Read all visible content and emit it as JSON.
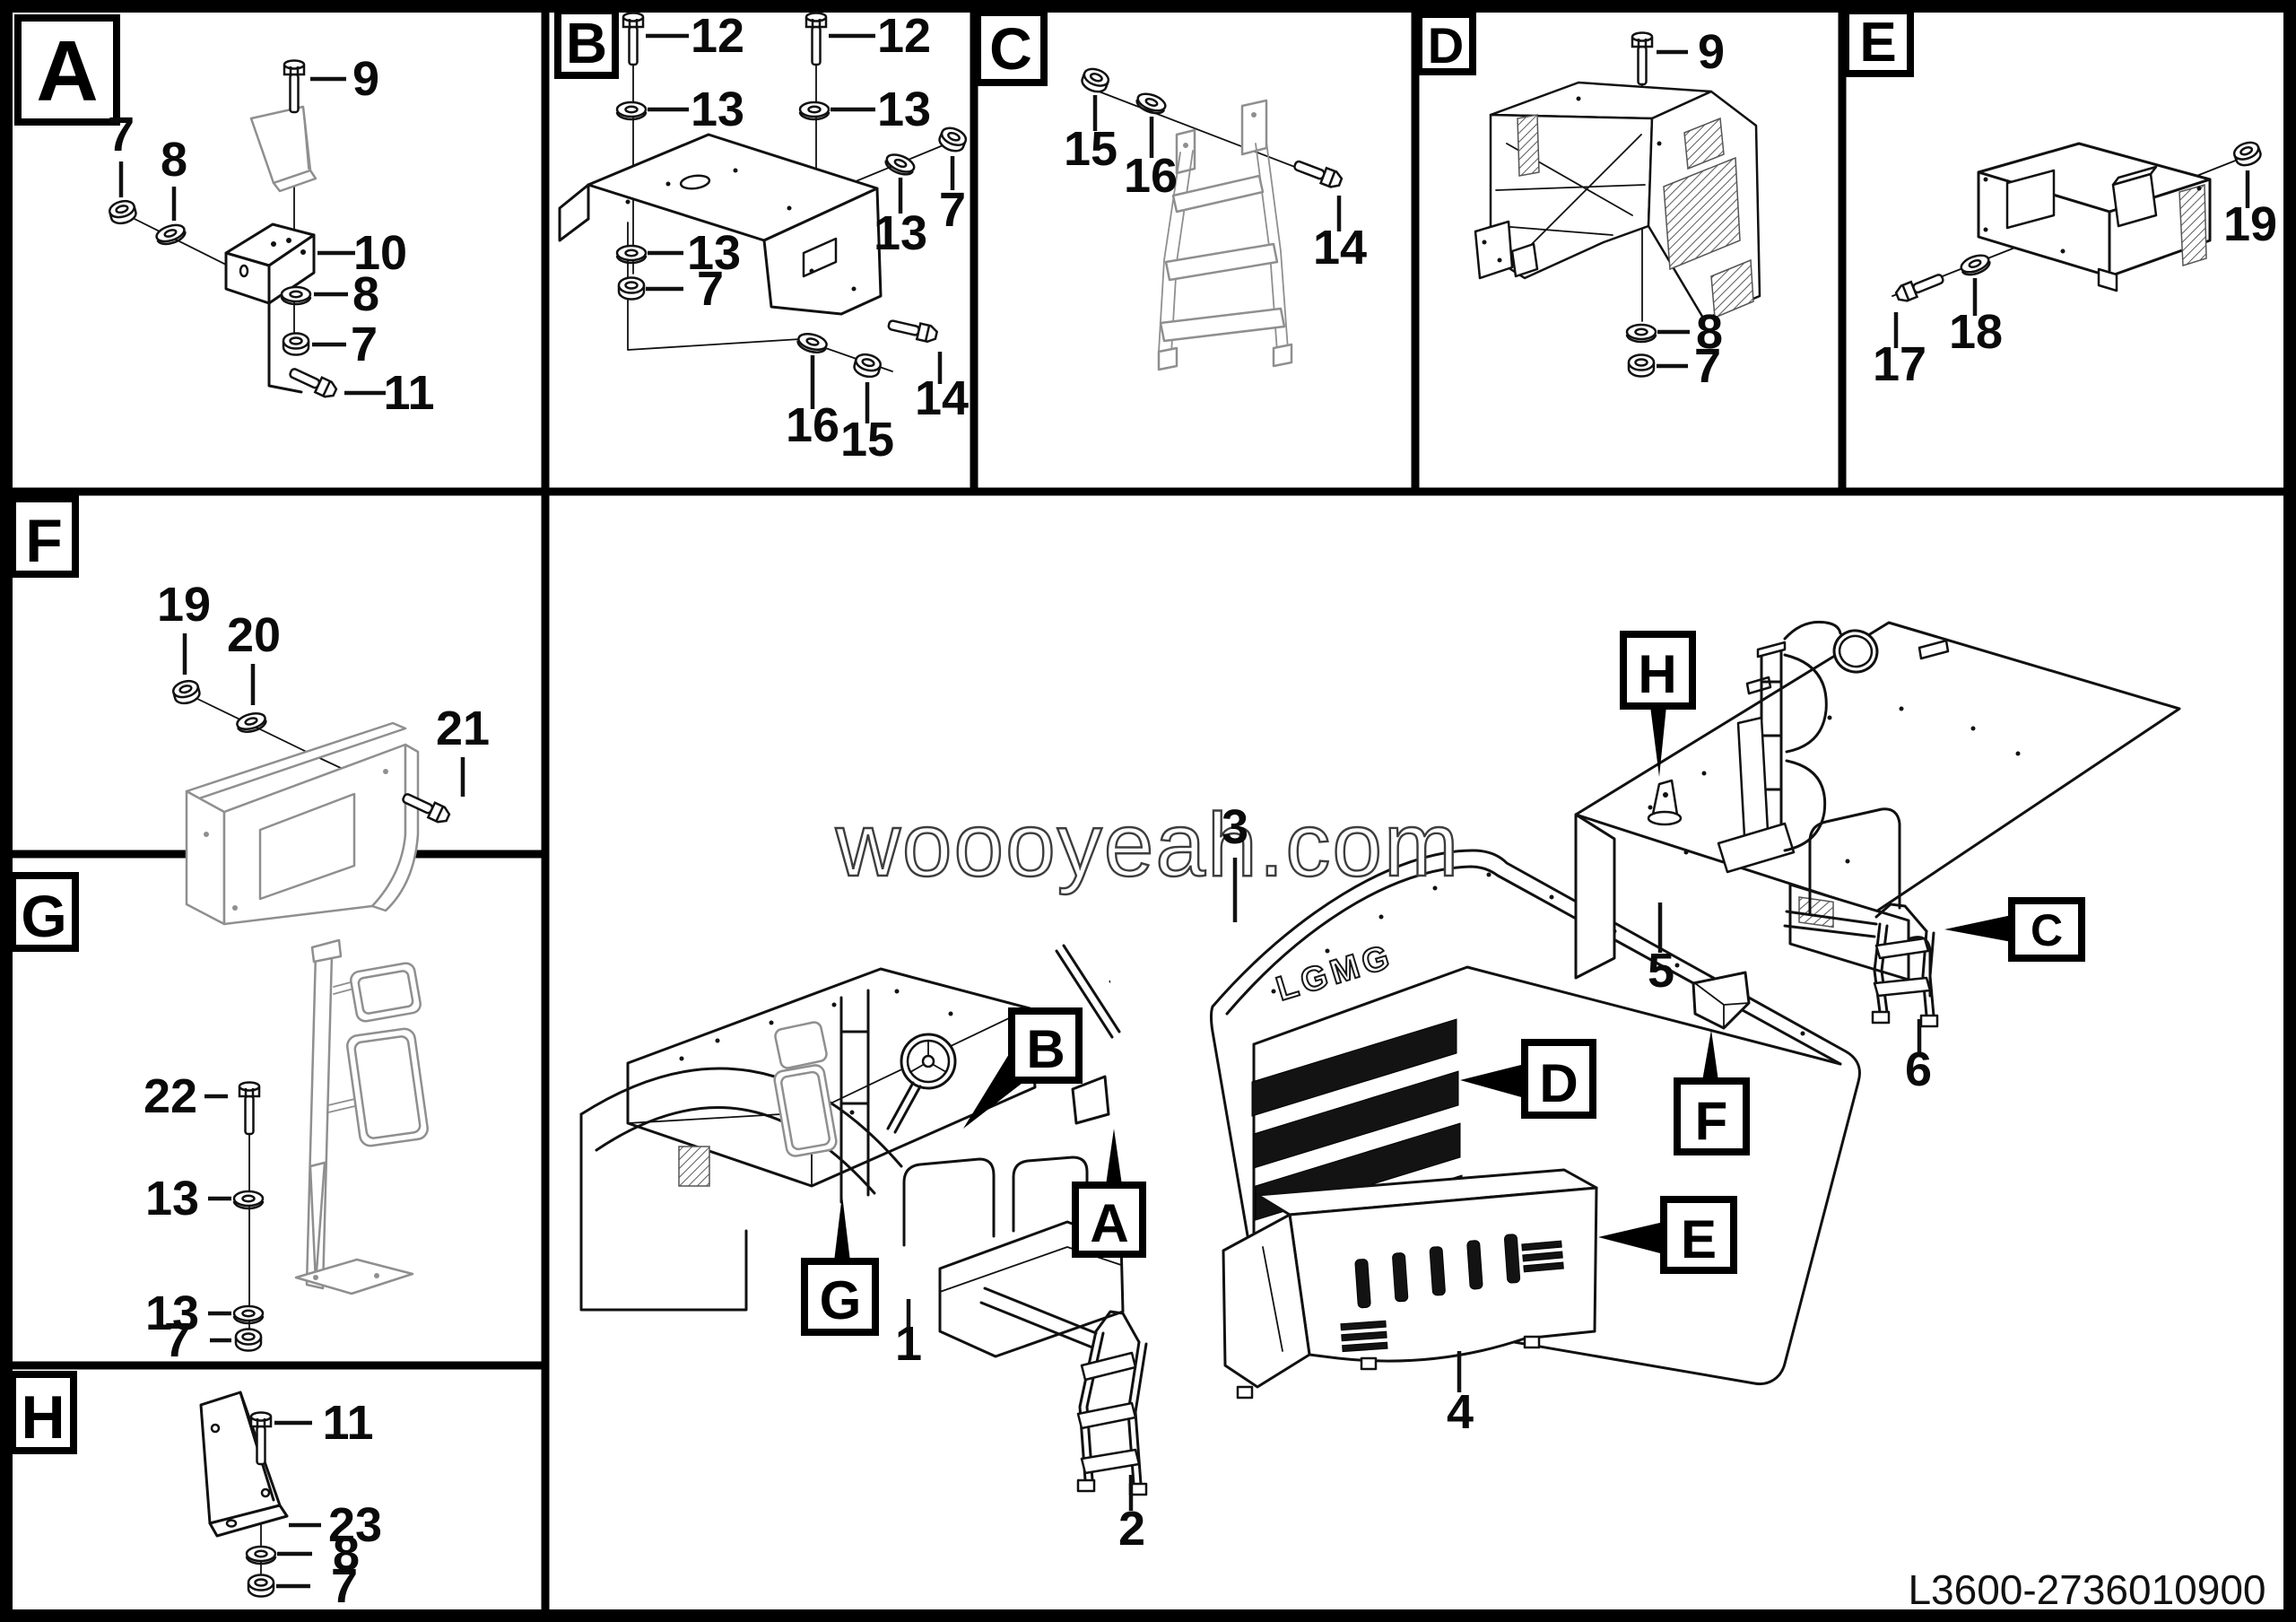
{
  "doc": {
    "part_number": "L3600-2736010900",
    "watermark": "woooyeah.com",
    "brand": "LGMG"
  },
  "panels": [
    {
      "label": "A",
      "callouts": [
        "9",
        "7",
        "8",
        "10",
        "8",
        "7",
        "11"
      ]
    },
    {
      "label": "B",
      "callouts": [
        "12",
        "13",
        "12",
        "13",
        "7",
        "13",
        "13",
        "7",
        "14",
        "16",
        "15"
      ]
    },
    {
      "label": "C",
      "callouts": [
        "15",
        "16",
        "14"
      ]
    },
    {
      "label": "D",
      "callouts": [
        "9",
        "8",
        "7"
      ]
    },
    {
      "label": "E",
      "callouts": [
        "19",
        "18",
        "17"
      ]
    },
    {
      "label": "F",
      "callouts": [
        "19",
        "20",
        "21"
      ]
    },
    {
      "label": "G",
      "callouts": [
        "22",
        "13",
        "13",
        "7"
      ]
    },
    {
      "label": "H",
      "callouts": [
        "11",
        "23",
        "8",
        "7"
      ]
    }
  ],
  "main": {
    "letters": [
      "A",
      "B",
      "C",
      "D",
      "E",
      "F",
      "G",
      "H"
    ],
    "items": [
      "1",
      "2",
      "3",
      "4",
      "5",
      "6"
    ]
  }
}
